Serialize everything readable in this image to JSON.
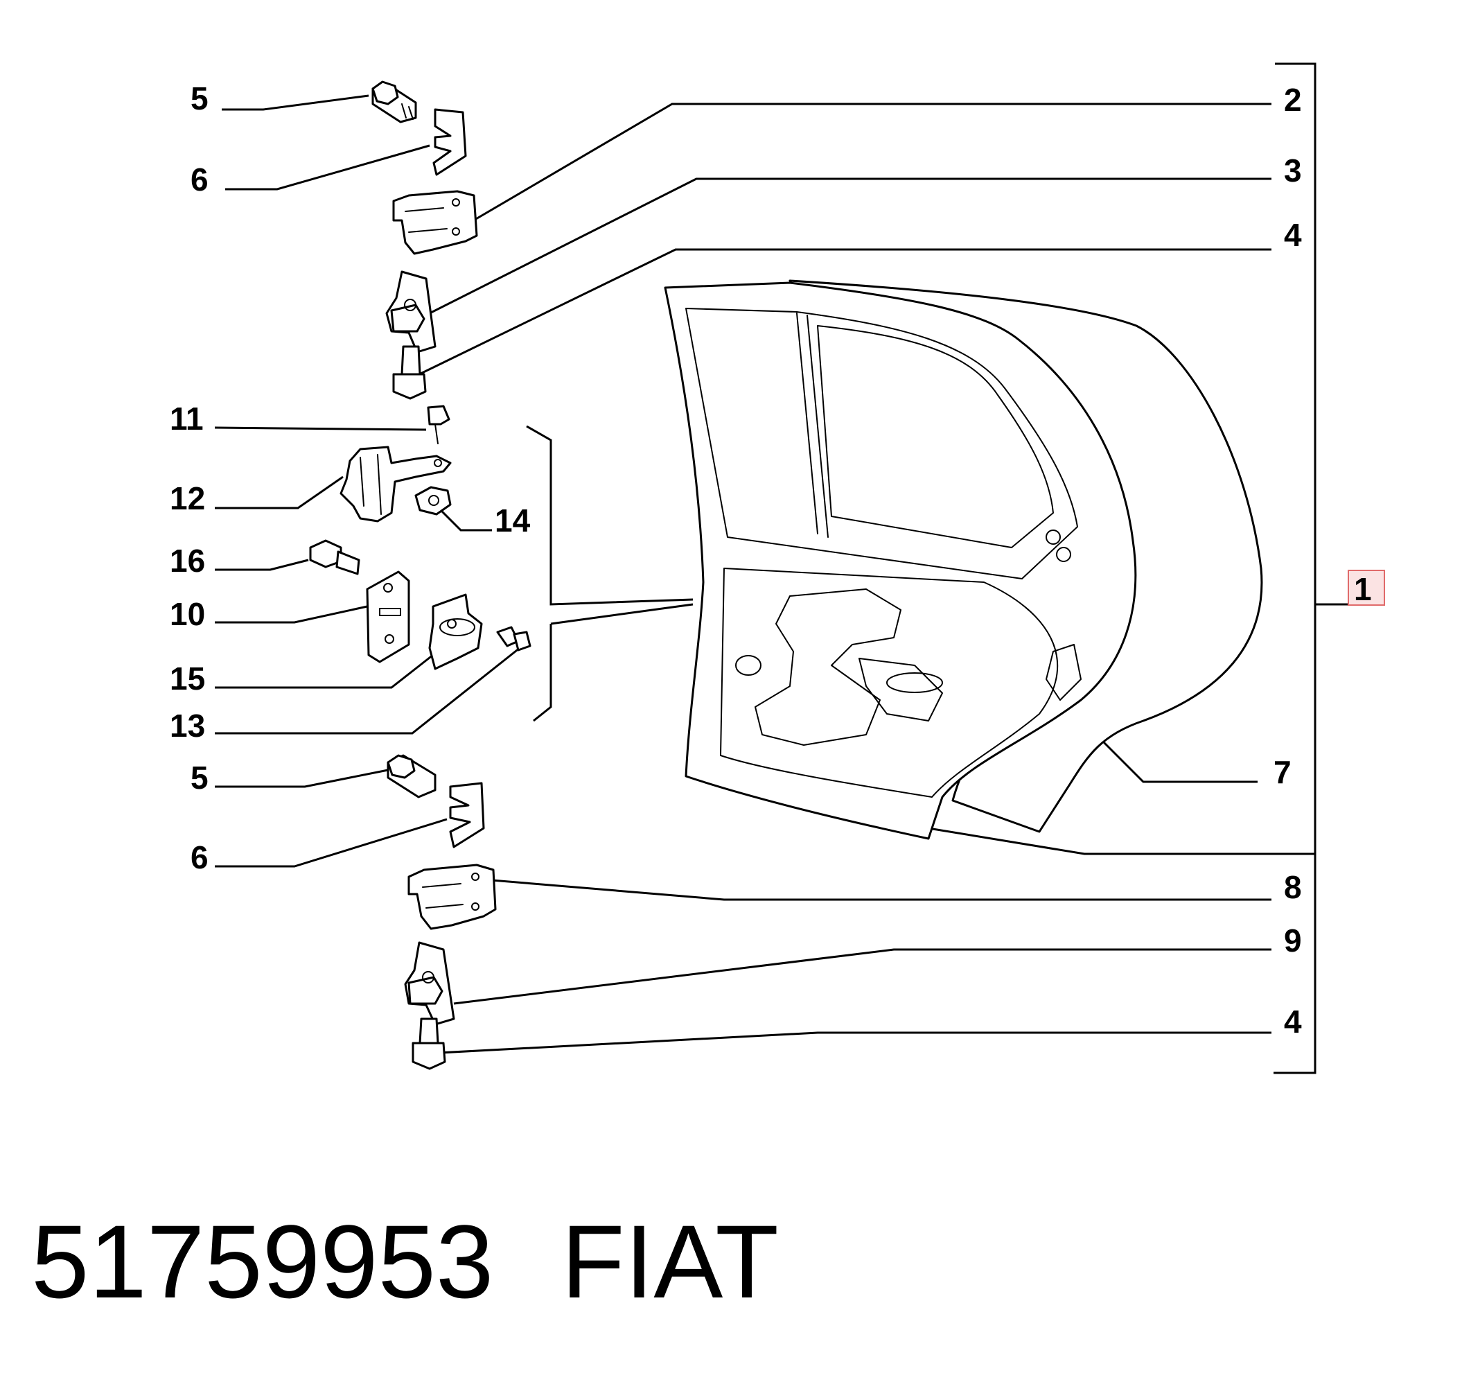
{
  "callouts": {
    "c1": "1",
    "c2": "2",
    "c3": "3",
    "c4a": "4",
    "c4b": "4",
    "c5a": "5",
    "c5b": "5",
    "c6a": "6",
    "c6b": "6",
    "c7": "7",
    "c8": "8",
    "c9": "9",
    "c10": "10",
    "c11": "11",
    "c12": "12",
    "c13": "13",
    "c14": "14",
    "c15": "15",
    "c16": "16"
  },
  "footer": {
    "part_number": "51759953",
    "brand": "FIAT"
  },
  "colors": {
    "highlight_fill": "#fbe3e3",
    "highlight_stroke": "#e06a6a"
  }
}
